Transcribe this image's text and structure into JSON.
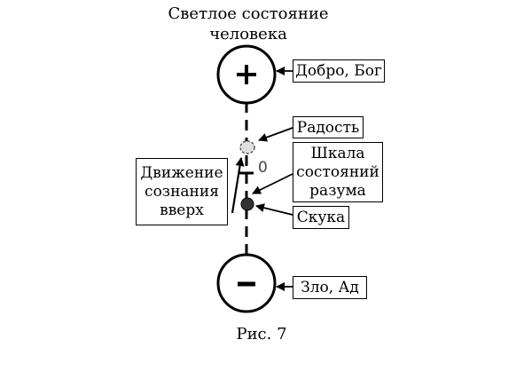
{
  "title_lines": [
    "Светлое состояние",
    "человека"
  ],
  "pole_plus": {
    "symbol": "+",
    "label": "Добро, Бог"
  },
  "pole_minus": {
    "symbol": "−",
    "label": "Зло, Ад"
  },
  "joy_label": "Радость",
  "scale_label_lines": [
    "Шкала",
    "состояний",
    "разума"
  ],
  "zero_label": "0",
  "boredom_label": "Скука",
  "movement_label_lines": [
    "Движение",
    "сознания",
    "вверх"
  ],
  "caption": "Рис. 7",
  "colors": {
    "line": "#000000",
    "dot": "#333333",
    "joy_dot": "#e0e0e0"
  }
}
